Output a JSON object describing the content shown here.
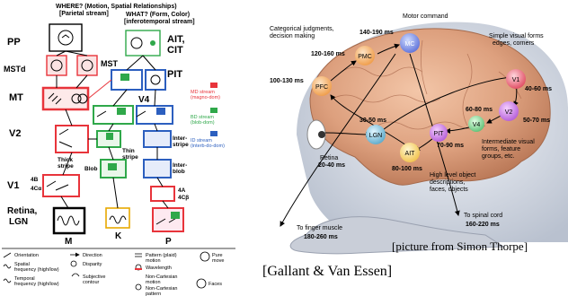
{
  "left": {
    "where_title": "WHERE? (Motion, Spatial Relationships)",
    "where_stream": "[Parietal stream]",
    "what_title": "WHAT? (Form, Color)",
    "what_stream": "[inferotemporal stream]",
    "regions": {
      "pp": "PP",
      "mstd": "MSTd",
      "mst1": "MST",
      "mt": "MT",
      "v2": "V2",
      "v1": "V1",
      "retina": "Retina,",
      "lgn": "LGN",
      "ait": "AIT,",
      "cit": "CIT",
      "pit": "PIT",
      "v4": "V4"
    },
    "sublabels": {
      "thick": "Thick",
      "thick2": "stripe",
      "thin": "Thin",
      "thin2": "stripe",
      "inter": "Inter-",
      "inter2": "stripe",
      "blob": "Blob",
      "interblob": "Inter-",
      "interblob2": "blob",
      "l4b": "4B",
      "l4ca": "4Cα",
      "l4a": "4A",
      "l4cb": "4Cβ",
      "m": "M",
      "k": "K",
      "p": "P"
    },
    "legend_streams": [
      {
        "label": "MD stream",
        "sub": "(magno-dom)",
        "color": "#e8343b"
      },
      {
        "label": "BD stream",
        "sub": "(blob-dom)",
        "color": "#2fa84a"
      },
      {
        "label": "ID stream",
        "sub": "(interb-do-dom)",
        "color": "#2c5fbf"
      }
    ],
    "legend_icons": [
      {
        "label": "Orientation",
        "sub": ""
      },
      {
        "label": "Spatial",
        "sub": "frequency (high/low)"
      },
      {
        "label": "Temporal",
        "sub": "frequency (high/low)"
      },
      {
        "label": "Direction",
        "sub": ""
      },
      {
        "label": "Disparity",
        "sub": ""
      },
      {
        "label": "Subjective",
        "sub": "contour"
      },
      {
        "label": "Pattern (plaid)",
        "sub": "motion"
      },
      {
        "label": "Wavelength",
        "sub": ""
      },
      {
        "label": "Non-Cartesian",
        "sub": "motion"
      },
      {
        "label": "Non-Cartesian",
        "sub": "pattern"
      },
      {
        "label": "Pure",
        "sub": "move"
      },
      {
        "label": "Faces",
        "sub": ""
      }
    ],
    "caption": "[Gallant & Van Essen]"
  },
  "right": {
    "caption": "[picture from Simon Thorpe]",
    "nodes": {
      "pfc": "PFC",
      "pmc": "PMC",
      "mc": "MC",
      "v1": "V1",
      "v2": "V2",
      "lgn": "LGN",
      "v4": "V4",
      "pit": "PIT",
      "ait": "AIT"
    },
    "notes": {
      "cat1": "Categorical judgments,",
      "cat2": "decision making",
      "motor": "Motor command",
      "simple1": "Simple visual forms",
      "simple2": "edges, corners",
      "inter1": "Intermediate visual",
      "inter2": "forms, feature",
      "inter3": "groups, etc.",
      "high1": "High level object",
      "high2": "descriptions,",
      "high3": "faces, objects",
      "retina": "Retina",
      "finger": "To finger muscle",
      "spinal": "To spinal cord"
    },
    "times": {
      "pfc": "100-130 ms",
      "pmc": "120-160 ms",
      "mc": "140-190 ms",
      "lgn": "30-50 ms",
      "v1": "40-60 ms",
      "v2": "50-70 ms",
      "v4": "60-80 ms",
      "pit": "70-90 ms",
      "ait": "80-100 ms",
      "retina": "20-40 ms",
      "finger": "180-260 ms",
      "spinal": "160-220 ms"
    }
  }
}
